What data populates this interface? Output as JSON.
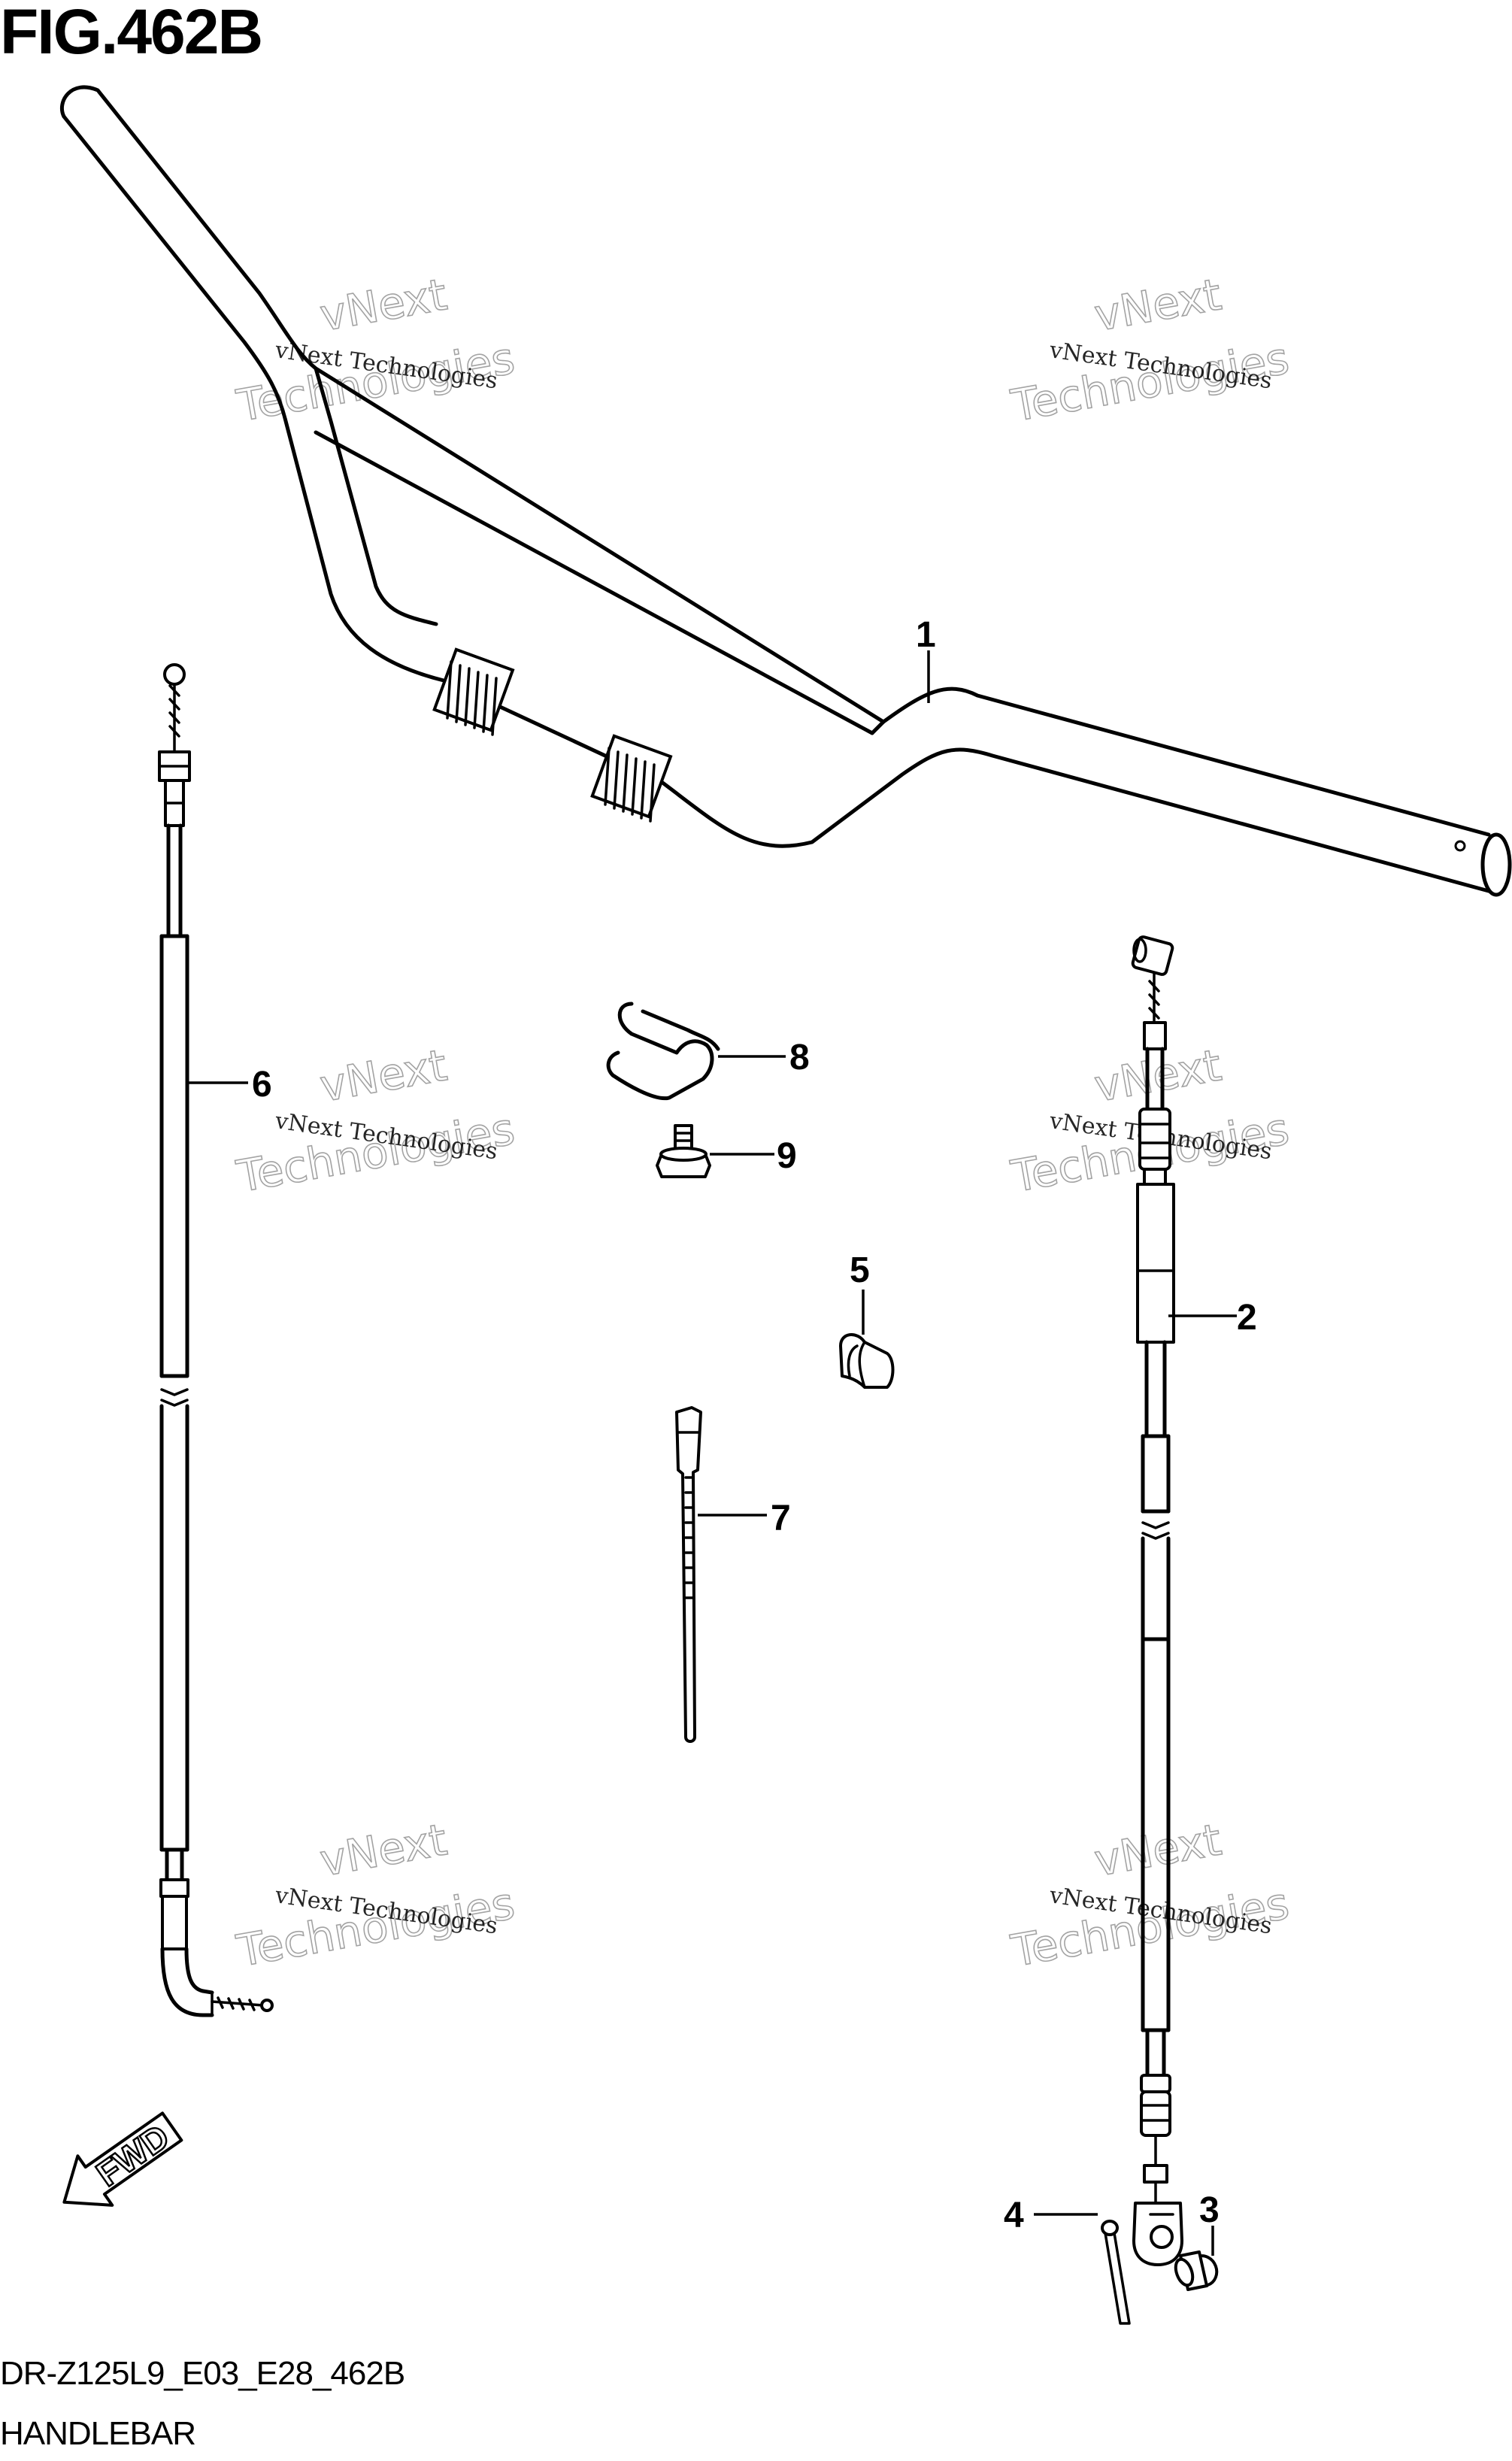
{
  "figure": {
    "title": "FIG.462B",
    "model_code": "DR-Z125L9_E03_E28_462B",
    "caption": "HANDLEBAR"
  },
  "callouts": [
    "1",
    "2",
    "3",
    "4",
    "5",
    "6",
    "7",
    "8",
    "9"
  ],
  "watermark": {
    "line1": "vNext Technologies",
    "line2": "vNext",
    "line3": "Technologies"
  },
  "direction_label": "FWD"
}
